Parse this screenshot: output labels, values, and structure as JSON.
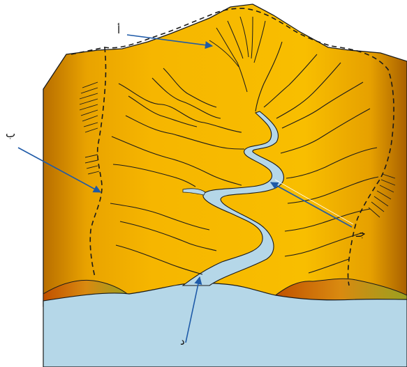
{
  "labels": {
    "a": "أ",
    "b": "ب",
    "c": "جـ",
    "d": "د"
  },
  "colors": {
    "land": "#f3b200",
    "land_shadow": "#c27a00",
    "water": "#b5d7e8",
    "water_edge": "#3c6f97",
    "arrow": "#1e5aa8",
    "outline": "#1a1a1a"
  },
  "icons": {
    "river": "river-channel-shape",
    "basin": "drainage-basin-shape",
    "pointer": "arrow-pointer"
  }
}
